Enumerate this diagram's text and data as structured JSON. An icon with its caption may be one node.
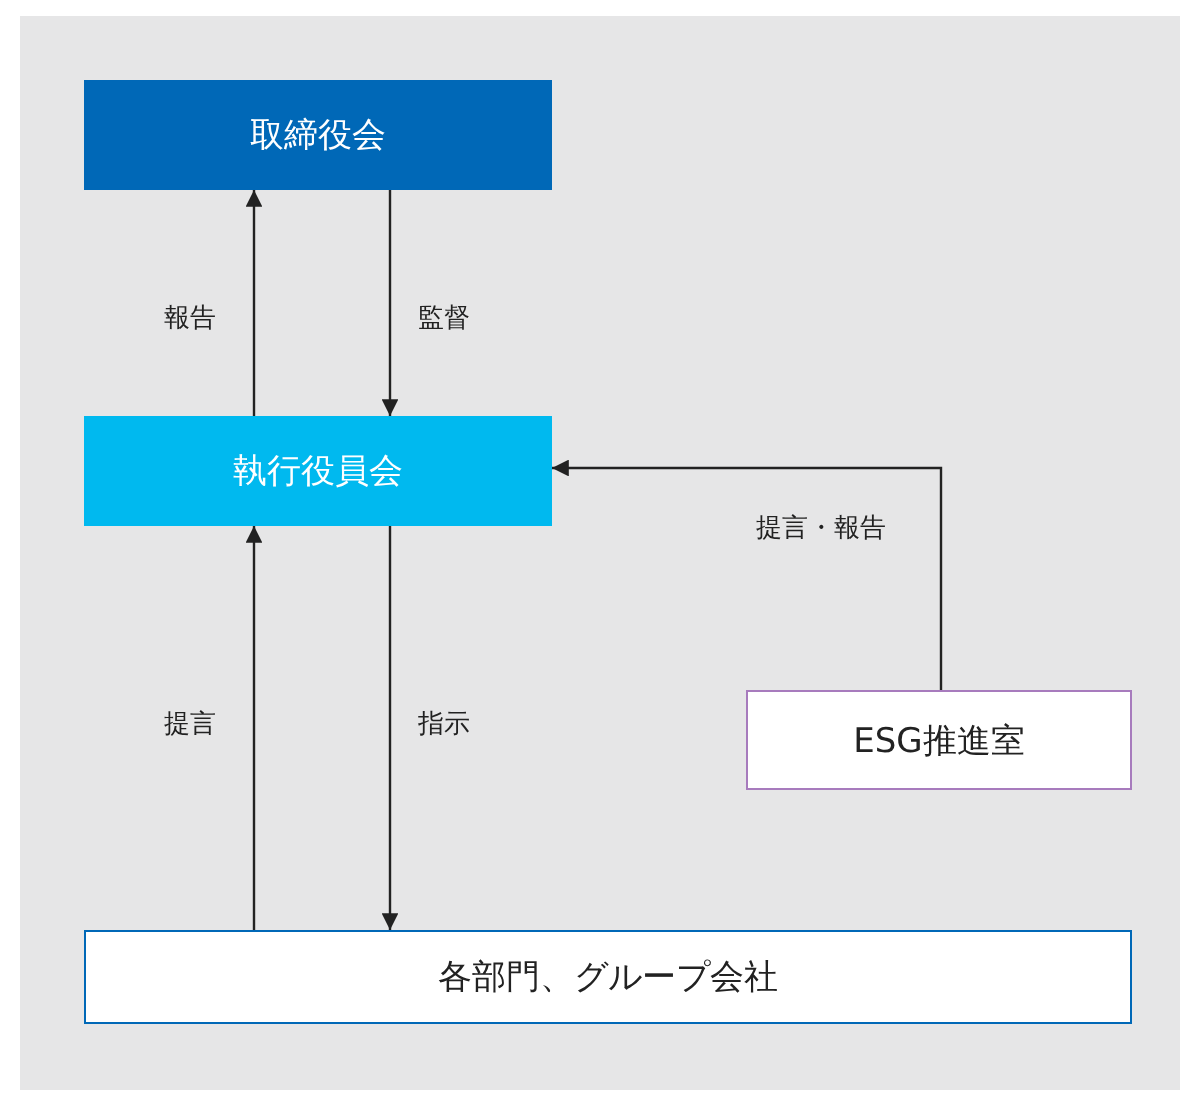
{
  "diagram": {
    "nodes": [
      {
        "text": [
          "取締役会"
        ]
      },
      {
        "text": [
          "執行役員会"
        ]
      },
      {
        "text": [
          "ESG推進室"
        ]
      },
      {
        "text": [
          "各部門、グループ会社"
        ]
      }
    ],
    "edges": [
      {
        "from": 1,
        "to": 0,
        "arrow": "to",
        "label": "報告"
      },
      {
        "from": 0,
        "to": 1,
        "arrow": "to",
        "label": "監督"
      },
      {
        "from": 2,
        "to": 1,
        "arrow": "to",
        "label": "提言・報告"
      },
      {
        "from": 3,
        "to": 1,
        "arrow": "to",
        "label": "提言"
      },
      {
        "from": 1,
        "to": 3,
        "arrow": "to",
        "label": "指示"
      }
    ]
  }
}
